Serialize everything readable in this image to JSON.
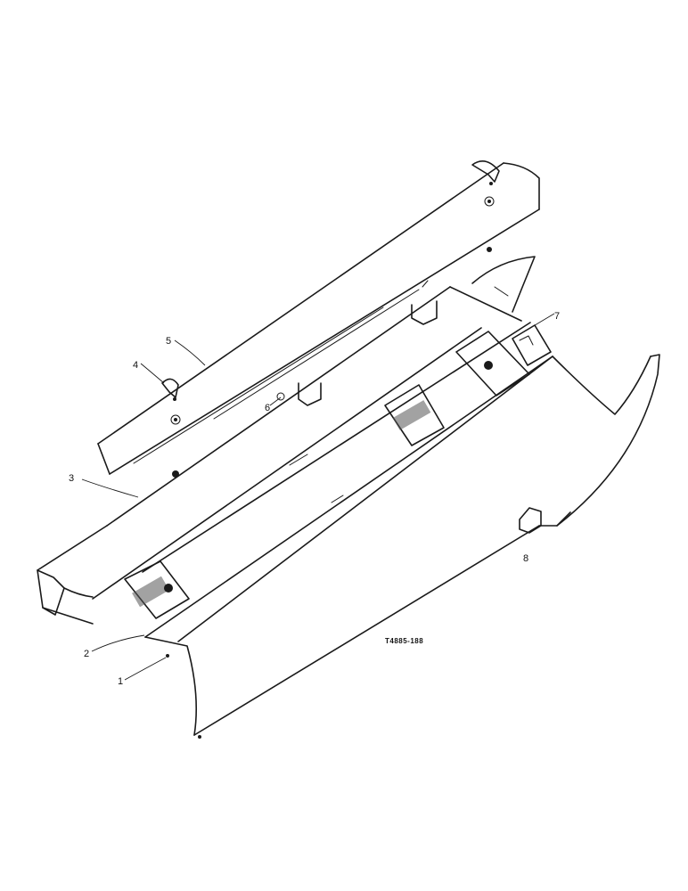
{
  "callouts": {
    "c1": "1",
    "c2": "2",
    "c3": "3",
    "c4": "4",
    "c5": "5",
    "c6": "6",
    "c7": "7",
    "c8": "8"
  },
  "figure_code": "T4885-188"
}
